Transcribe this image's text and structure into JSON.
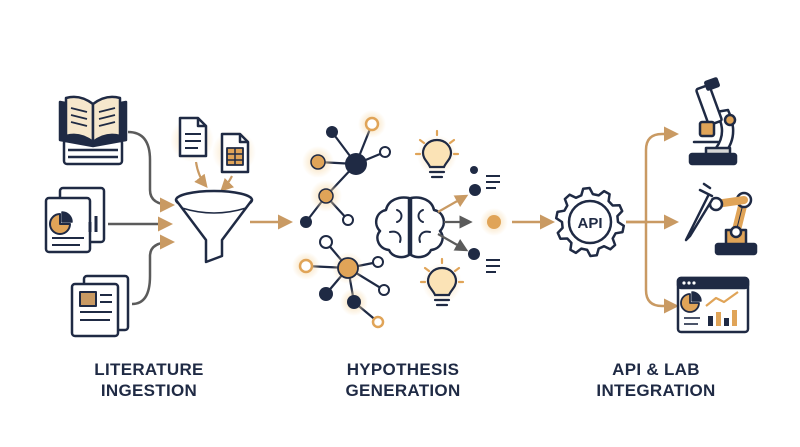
{
  "stages": [
    {
      "id": "ingestion",
      "label": "LITERATURE\nINGESTION"
    },
    {
      "id": "hypothesis",
      "label": "HYPOTHESIS\nGENERATION"
    },
    {
      "id": "integration",
      "label": "API & LAB\nINTEGRATION"
    }
  ],
  "api_badge": "API",
  "colors": {
    "navy": "#1f2a44",
    "orange": "#e0a458",
    "tan": "#c99a63",
    "paper": "#f4f1ea",
    "glow": "#f6d9a9",
    "line": "#5b5b5b"
  },
  "icons": [
    "open-book-icon",
    "report-document-icon",
    "notes-document-icon",
    "document-icon",
    "spreadsheet-icon",
    "funnel-icon",
    "network-graph-icon",
    "brain-icon",
    "lightbulb-icon",
    "microscope-icon",
    "robotic-arm-icon",
    "dashboard-icon",
    "api-gear-icon"
  ]
}
